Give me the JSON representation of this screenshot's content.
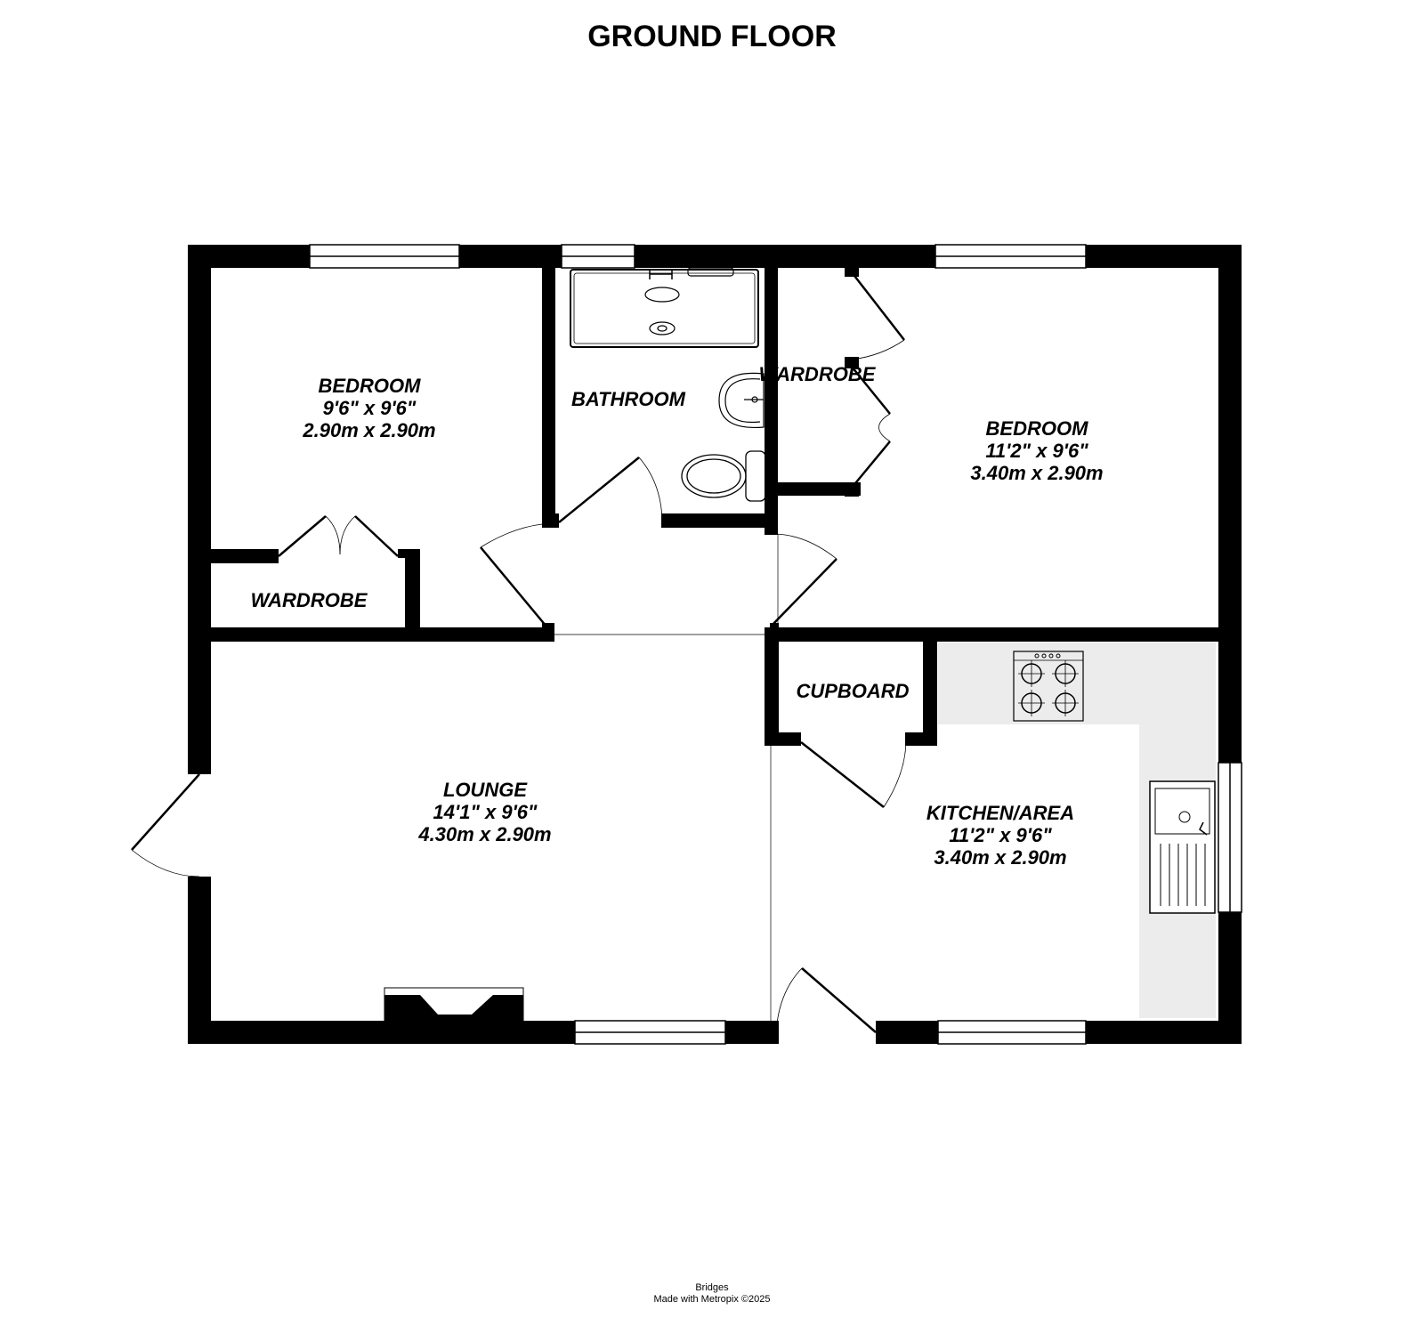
{
  "title": "GROUND FLOOR",
  "rooms": {
    "bedroom1": {
      "name": "BEDROOM",
      "imperial": "9'6\"  x 9'6\"",
      "metric": "2.90m  x 2.90m"
    },
    "bathroom": {
      "name": "BATHROOM"
    },
    "bedroom2": {
      "name": "BEDROOM",
      "imperial": "11'2\"  x 9'6\"",
      "metric": "3.40m  x 2.90m"
    },
    "wardrobe1": {
      "name": "WARDROBE"
    },
    "wardrobe2": {
      "name": "WARDROBE"
    },
    "lounge": {
      "name": "LOUNGE",
      "imperial": "14'1\"  x 9'6\"",
      "metric": "4.30m  x 2.90m"
    },
    "cupboard": {
      "name": "CUPBOARD"
    },
    "kitchen": {
      "name": "KITCHEN/AREA",
      "imperial": "11'2\"  x 9'6\"",
      "metric": "3.40m  x 2.90m"
    }
  },
  "footer": {
    "line1": "Bridges",
    "line2": "Made with Metropix ©2025"
  },
  "colors": {
    "wall": "#000000",
    "worktop": "#e8e8e8",
    "background": "#ffffff"
  }
}
